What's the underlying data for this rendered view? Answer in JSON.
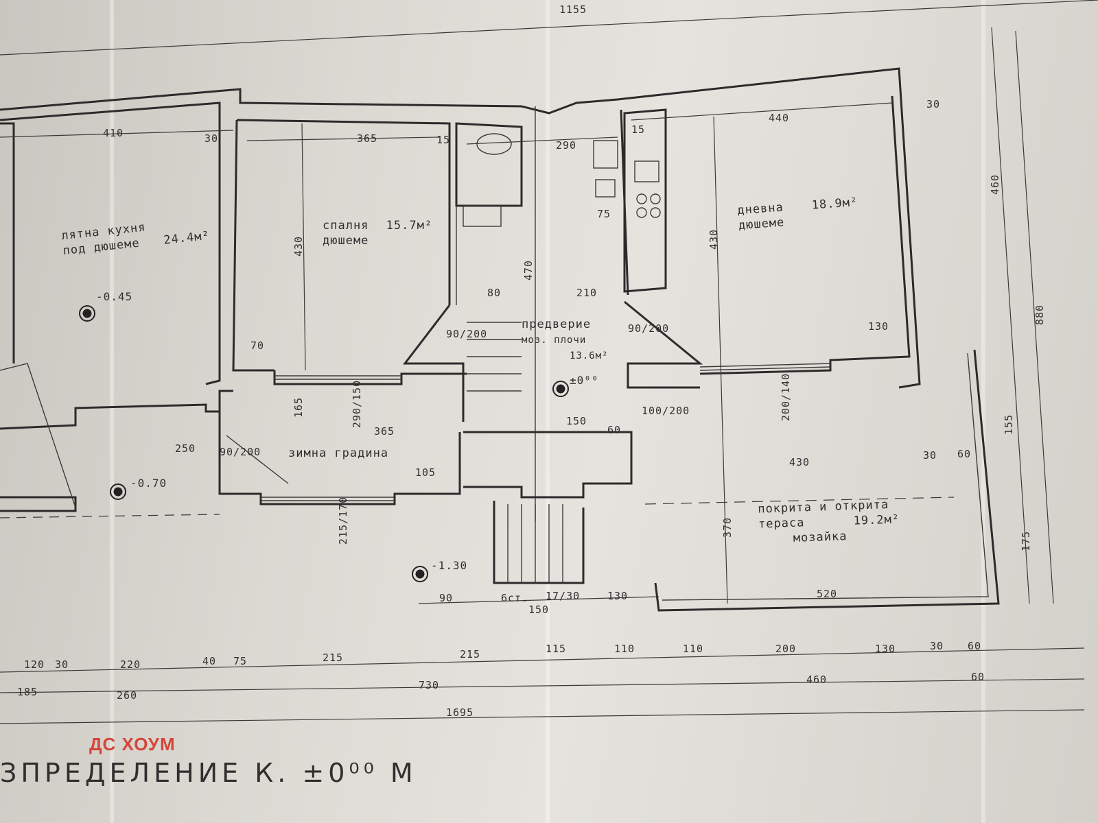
{
  "rooms": {
    "summer_kitchen": {
      "name": "лятна кухня",
      "floor": "под дюшеме",
      "area": "24.4м²"
    },
    "bedroom": {
      "name": "спалня",
      "area": "15.7м²",
      "floor": "дюшеме"
    },
    "living": {
      "name": "дневна",
      "area": "18.9м²",
      "floor": "дюшеме"
    },
    "hall": {
      "name": "предверие",
      "floor": "моз. плочи",
      "area": "13.6м²"
    },
    "winter_garden": {
      "name": "зимна градина"
    },
    "terrace": {
      "line1": "покрита и открита",
      "line2": "тераса",
      "area": "19.2м²",
      "floor": "мозайка"
    }
  },
  "levels": {
    "kitchen": "-0.45",
    "entry": "±0⁰⁰",
    "garden": "-0.70",
    "stairs": "-1.30"
  },
  "dims": {
    "top_overall": "1155",
    "d410": "410",
    "d30a": "30",
    "d365a": "365",
    "d15a": "15",
    "d290": "290",
    "d15b": "15",
    "d440": "440",
    "d30b": "30",
    "d460": "460",
    "d430a": "430",
    "d430b": "430",
    "d470": "470",
    "d80": "80",
    "d210": "210",
    "d75": "75",
    "d70": "70",
    "d130a": "130",
    "d90_200a": "90/200",
    "d90_200b": "90/200",
    "d100_200": "100/200",
    "d90_200c": "90/200",
    "d150": "150",
    "d60": "60",
    "d365b": "365",
    "d105": "105",
    "d430c": "430",
    "d30c": "30",
    "d60b": "60",
    "d155": "155",
    "d175": "175",
    "d370": "370",
    "d520": "520",
    "d880": "880",
    "d200_140": "200/140",
    "d290_150": "290/150",
    "d250": "250",
    "d215_170": "215/170",
    "d165": "165",
    "bottom_row1": [
      "120",
      "30",
      "220",
      "40",
      "75",
      "215",
      "215",
      "115",
      "110",
      "110",
      "200",
      "130",
      "30",
      "60"
    ],
    "bottom_row2": [
      "185",
      "260",
      "730",
      "460",
      "60"
    ],
    "bottom_total": "1695",
    "stairs_row": [
      "90",
      "6ст.",
      "17/30",
      "130"
    ],
    "stairs_total": "150"
  },
  "title": "ЗПРЕДЕЛЕНИЕ  К. ±0⁰⁰ М",
  "watermark": "ДС ХОУМ"
}
